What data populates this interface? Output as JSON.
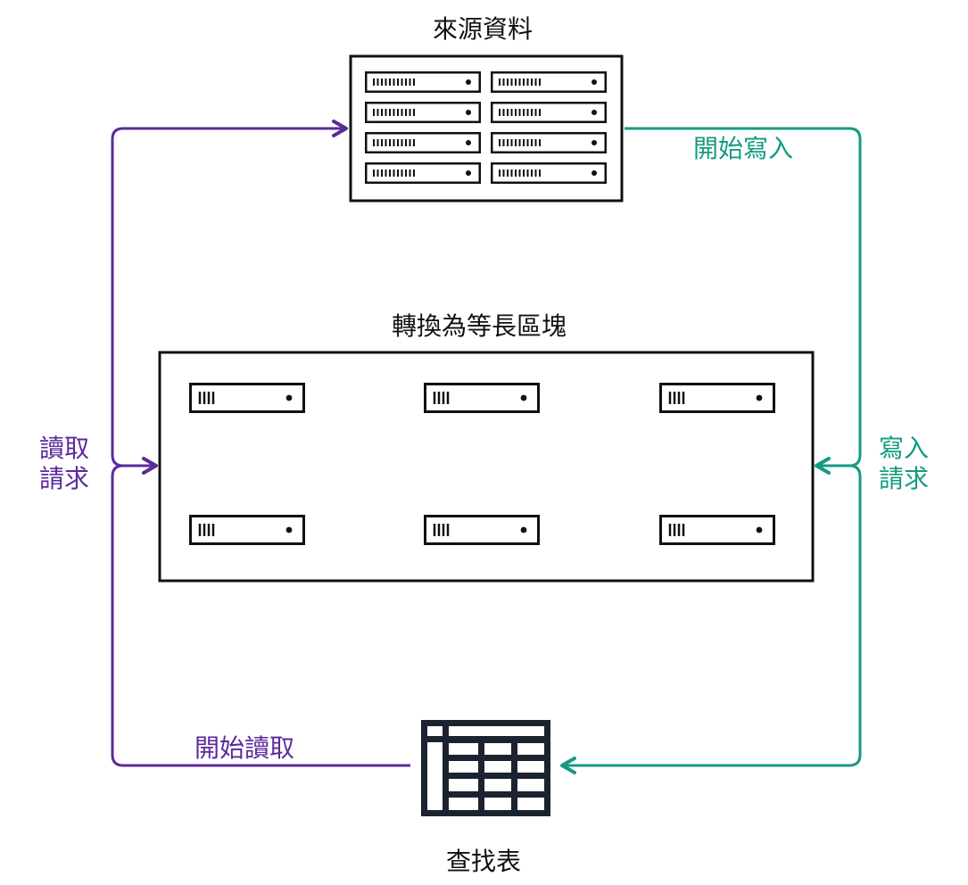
{
  "source": {
    "title": "來源資料"
  },
  "blocks": {
    "title": "轉換為等長區塊"
  },
  "lookup": {
    "title": "查找表"
  },
  "flows": {
    "read_request": [
      "讀取",
      "請求"
    ],
    "write_request": [
      "寫入",
      "請求"
    ],
    "start_write": "開始寫入",
    "start_read": "開始讀取"
  },
  "colors": {
    "read": "#5b2a9b",
    "write": "#149b82",
    "outline": "#111111",
    "table": "#1c2330"
  },
  "icons": {
    "source": "server-rack-icon",
    "block": "storage-drive-icon",
    "lookup": "table-icon"
  }
}
